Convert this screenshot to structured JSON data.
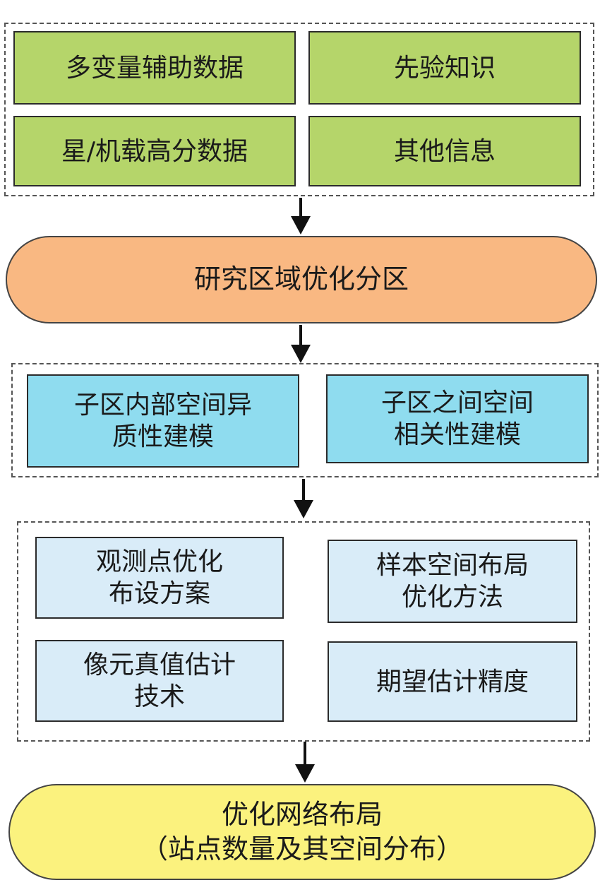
{
  "inputs": {
    "box1": "多变量辅助数据",
    "box2": "先验知识",
    "box3": "星/机载高分数据",
    "box4": "其他信息"
  },
  "partition": {
    "label": "研究区域优化分区"
  },
  "modeling": {
    "left_line1": "子区内部空间异",
    "left_line2": "质性建模",
    "right_line1": "子区之间空间",
    "right_line2": "相关性建模"
  },
  "methods": {
    "m1_line1": "观测点优化",
    "m1_line2": "布设方案",
    "m2_line1": "样本空间布局",
    "m2_line2": "优化方法",
    "m3_line1": "像元真值估计",
    "m3_line2": "技术",
    "m4": "期望估计精度"
  },
  "output": {
    "line1": "优化网络布局",
    "line2": "（站点数量及其空间分布）"
  },
  "colors": {
    "green": "#b5d56a",
    "orange": "#f9b882",
    "cyan": "#8fdcef",
    "pale_blue": "#d9ecf8",
    "yellow": "#fbf27e"
  }
}
